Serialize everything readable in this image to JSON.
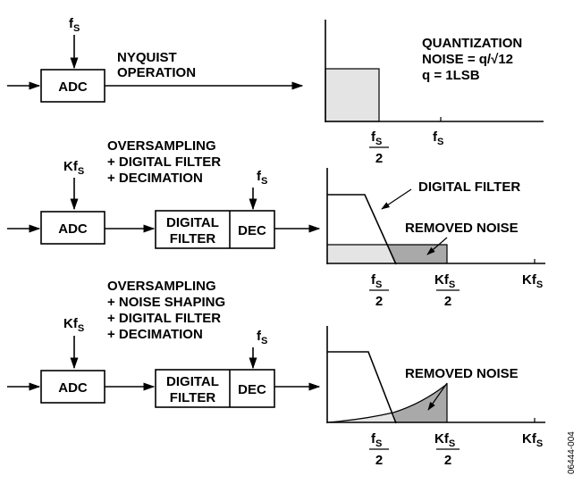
{
  "panel1": {
    "clock": "f",
    "clock_sub": "S",
    "adc": "ADC",
    "op_line1": "NYQUIST",
    "op_line2": "OPERATION",
    "spec_line1": "QUANTIZATION",
    "spec_line2": "NOISE = q/√12",
    "spec_line3": "q = 1LSB",
    "tick1_main": "f",
    "tick1_sub": "S",
    "tick1_den": "2",
    "tick2_main": "f",
    "tick2_sub": "S"
  },
  "panel2": {
    "op_line1": "OVERSAMPLING",
    "op_line2": "+ DIGITAL FILTER",
    "op_line3": "+ DECIMATION",
    "clock": "Kf",
    "clock_sub": "S",
    "adc": "ADC",
    "filter_line1": "DIGITAL",
    "filter_line2": "FILTER",
    "dec": "DEC",
    "dec_clock": "f",
    "dec_clock_sub": "S",
    "spec_label1": "DIGITAL FILTER",
    "spec_label2": "REMOVED NOISE",
    "tick1_main": "f",
    "tick1_sub": "S",
    "tick1_den": "2",
    "tick2_main": "Kf",
    "tick2_sub": "S",
    "tick2_den": "2",
    "tick3_main": "Kf",
    "tick3_sub": "S"
  },
  "panel3": {
    "op_line1": "OVERSAMPLING",
    "op_line2": "+ NOISE SHAPING",
    "op_line3": "+ DIGITAL FILTER",
    "op_line4": "+ DECIMATION",
    "clock": "Kf",
    "clock_sub": "S",
    "adc": "ADC",
    "filter_line1": "DIGITAL",
    "filter_line2": "FILTER",
    "dec": "DEC",
    "dec_clock": "f",
    "dec_clock_sub": "S",
    "spec_label": "REMOVED NOISE",
    "tick1_main": "f",
    "tick1_sub": "S",
    "tick1_den": "2",
    "tick2_main": "Kf",
    "tick2_sub": "S",
    "tick2_den": "2",
    "tick3_main": "Kf",
    "tick3_sub": "S"
  },
  "figure_id": "06444-004",
  "colors": {
    "light_fill": "#e4e4e4",
    "dark_fill": "#a9a9a9"
  }
}
